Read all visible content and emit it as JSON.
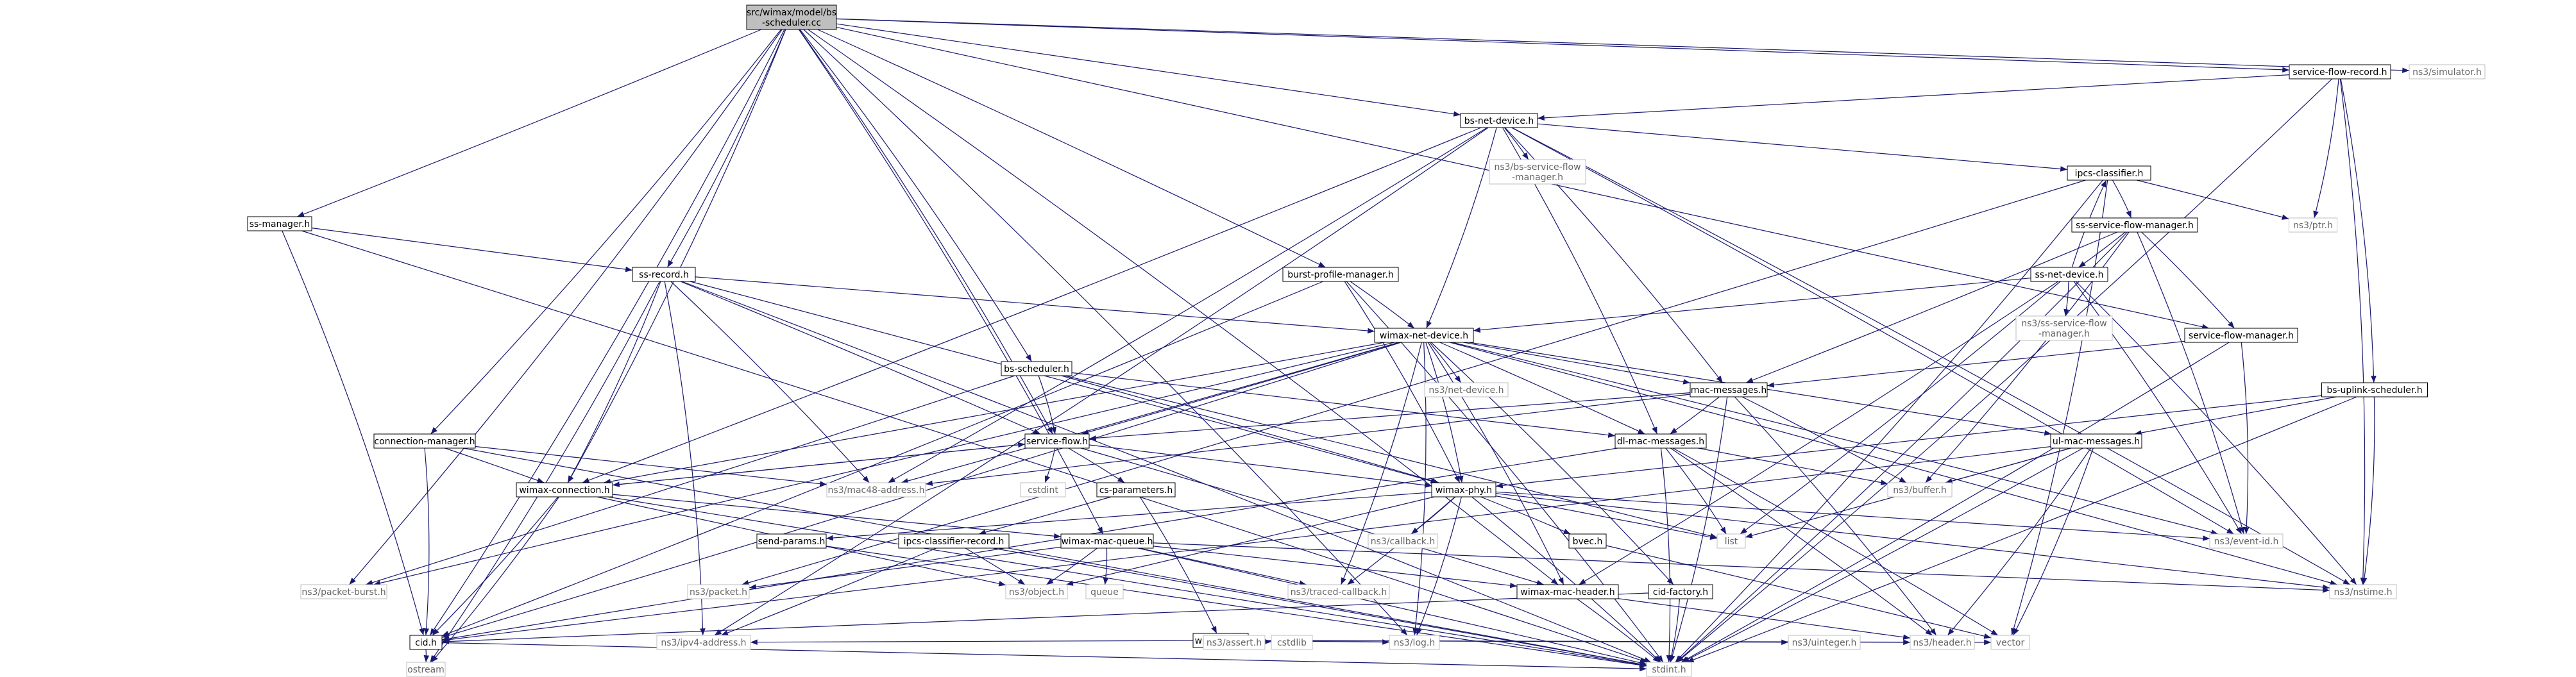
{
  "graph": {
    "colors": {
      "edge": "#191970",
      "root_fill": "#bfbfbf",
      "node_fill": "#ffffff",
      "node_border": "#000000",
      "external_border": "#bfbfbf",
      "external_text": "#666666"
    },
    "nodes": [
      {
        "id": "root",
        "lines": [
          "src/wimax/model/bs",
          "-scheduler.cc"
        ],
        "kind": "root"
      },
      {
        "id": "sfr",
        "lines": [
          "service-flow-record.h"
        ],
        "kind": "file"
      },
      {
        "id": "sim",
        "lines": [
          "ns3/simulator.h"
        ],
        "kind": "external"
      },
      {
        "id": "bsnd",
        "lines": [
          "bs-net-device.h"
        ],
        "kind": "file"
      },
      {
        "id": "bssfm",
        "lines": [
          "ns3/bs-service-flow",
          "-manager.h"
        ],
        "kind": "external"
      },
      {
        "id": "ipcs",
        "lines": [
          "ipcs-classifier.h"
        ],
        "kind": "file"
      },
      {
        "id": "ptr",
        "lines": [
          "ns3/ptr.h"
        ],
        "kind": "external"
      },
      {
        "id": "sssfm",
        "lines": [
          "ss-service-flow-manager.h"
        ],
        "kind": "file"
      },
      {
        "id": "ssnd",
        "lines": [
          "ss-net-device.h"
        ],
        "kind": "file"
      },
      {
        "id": "ssmgr",
        "lines": [
          "ss-manager.h"
        ],
        "kind": "file"
      },
      {
        "id": "ssrec",
        "lines": [
          "ss-record.h"
        ],
        "kind": "file"
      },
      {
        "id": "bpm",
        "lines": [
          "burst-profile-manager.h"
        ],
        "kind": "file"
      },
      {
        "id": "nsssfm",
        "lines": [
          "ns3/ss-service-flow",
          "-manager.h"
        ],
        "kind": "external"
      },
      {
        "id": "sfm",
        "lines": [
          "service-flow-manager.h"
        ],
        "kind": "file"
      },
      {
        "id": "wnd",
        "lines": [
          "wimax-net-device.h"
        ],
        "kind": "file"
      },
      {
        "id": "bssch",
        "lines": [
          "bs-scheduler.h"
        ],
        "kind": "file"
      },
      {
        "id": "netdev",
        "lines": [
          "ns3/net-device.h"
        ],
        "kind": "external"
      },
      {
        "id": "macmsg",
        "lines": [
          "mac-messages.h"
        ],
        "kind": "file"
      },
      {
        "id": "bsul",
        "lines": [
          "bs-uplink-scheduler.h"
        ],
        "kind": "file"
      },
      {
        "id": "connmgr",
        "lines": [
          "connection-manager.h"
        ],
        "kind": "file"
      },
      {
        "id": "sf",
        "lines": [
          "service-flow.h"
        ],
        "kind": "file"
      },
      {
        "id": "dlmac",
        "lines": [
          "dl-mac-messages.h"
        ],
        "kind": "file"
      },
      {
        "id": "ulmac",
        "lines": [
          "ul-mac-messages.h"
        ],
        "kind": "file"
      },
      {
        "id": "wconn",
        "lines": [
          "wimax-connection.h"
        ],
        "kind": "file"
      },
      {
        "id": "mac48",
        "lines": [
          "ns3/mac48-address.h"
        ],
        "kind": "external"
      },
      {
        "id": "cstdint",
        "lines": [
          "cstdint"
        ],
        "kind": "external"
      },
      {
        "id": "csparam",
        "lines": [
          "cs-parameters.h"
        ],
        "kind": "file"
      },
      {
        "id": "wphy",
        "lines": [
          "wimax-phy.h"
        ],
        "kind": "file"
      },
      {
        "id": "buffer",
        "lines": [
          "ns3/buffer.h"
        ],
        "kind": "external"
      },
      {
        "id": "sendparams",
        "lines": [
          "send-params.h"
        ],
        "kind": "file"
      },
      {
        "id": "ipcsrec",
        "lines": [
          "ipcs-classifier-record.h"
        ],
        "kind": "file"
      },
      {
        "id": "wmq",
        "lines": [
          "wimax-mac-queue.h"
        ],
        "kind": "file"
      },
      {
        "id": "callback",
        "lines": [
          "ns3/callback.h"
        ],
        "kind": "external"
      },
      {
        "id": "bvec",
        "lines": [
          "bvec.h"
        ],
        "kind": "file"
      },
      {
        "id": "list",
        "lines": [
          "list"
        ],
        "kind": "external"
      },
      {
        "id": "eventid",
        "lines": [
          "ns3/event-id.h"
        ],
        "kind": "external"
      },
      {
        "id": "pktburst",
        "lines": [
          "ns3/packet-burst.h"
        ],
        "kind": "external"
      },
      {
        "id": "packet",
        "lines": [
          "ns3/packet.h"
        ],
        "kind": "external"
      },
      {
        "id": "object",
        "lines": [
          "ns3/object.h"
        ],
        "kind": "external"
      },
      {
        "id": "queue",
        "lines": [
          "queue"
        ],
        "kind": "external"
      },
      {
        "id": "tracedcb",
        "lines": [
          "ns3/traced-callback.h"
        ],
        "kind": "external"
      },
      {
        "id": "wmh",
        "lines": [
          "wimax-mac-header.h"
        ],
        "kind": "file"
      },
      {
        "id": "cidfactory",
        "lines": [
          "cid-factory.h"
        ],
        "kind": "file"
      },
      {
        "id": "nstime",
        "lines": [
          "ns3/nstime.h"
        ],
        "kind": "external"
      },
      {
        "id": "wtlv",
        "lines": [
          "wimax-tlv.h"
        ],
        "kind": "file"
      },
      {
        "id": "cid",
        "lines": [
          "cid.h"
        ],
        "kind": "file"
      },
      {
        "id": "ipv4",
        "lines": [
          "ns3/ipv4-address.h"
        ],
        "kind": "external"
      },
      {
        "id": "assert",
        "lines": [
          "ns3/assert.h"
        ],
        "kind": "external"
      },
      {
        "id": "cstdlib",
        "lines": [
          "cstdlib"
        ],
        "kind": "external"
      },
      {
        "id": "log",
        "lines": [
          "ns3/log.h"
        ],
        "kind": "external"
      },
      {
        "id": "uinteger",
        "lines": [
          "ns3/uinteger.h"
        ],
        "kind": "external"
      },
      {
        "id": "header",
        "lines": [
          "ns3/header.h"
        ],
        "kind": "external"
      },
      {
        "id": "vector",
        "lines": [
          "vector"
        ],
        "kind": "external"
      },
      {
        "id": "ostream",
        "lines": [
          "ostream"
        ],
        "kind": "external"
      },
      {
        "id": "stdint",
        "lines": [
          "stdint.h"
        ],
        "kind": "external"
      }
    ],
    "edges": [
      [
        "root",
        "sfr"
      ],
      [
        "root",
        "sim"
      ],
      [
        "root",
        "bsnd"
      ],
      [
        "root",
        "ssmgr"
      ],
      [
        "root",
        "ssrec"
      ],
      [
        "root",
        "bpm"
      ],
      [
        "root",
        "connmgr"
      ],
      [
        "root",
        "bssch"
      ],
      [
        "root",
        "sf"
      ],
      [
        "root",
        "wconn"
      ],
      [
        "root",
        "wmq"
      ],
      [
        "root",
        "cid"
      ],
      [
        "root",
        "pktburst"
      ],
      [
        "root",
        "log"
      ],
      [
        "root",
        "sfm"
      ],
      [
        "root",
        "wmh"
      ],
      [
        "sfr",
        "bsnd"
      ],
      [
        "sfr",
        "ptr"
      ],
      [
        "sfr",
        "bsul"
      ],
      [
        "sfr",
        "nstime"
      ],
      [
        "sfr",
        "stdint"
      ],
      [
        "bsnd",
        "bssfm"
      ],
      [
        "bsnd",
        "ipcs"
      ],
      [
        "bsnd",
        "wnd"
      ],
      [
        "bsnd",
        "macmsg"
      ],
      [
        "bsnd",
        "dlmac"
      ],
      [
        "bsnd",
        "wconn"
      ],
      [
        "bsnd",
        "mac48"
      ],
      [
        "bsnd",
        "ipv4"
      ],
      [
        "bsnd",
        "eventid"
      ],
      [
        "bsnd",
        "nstime"
      ],
      [
        "ipcs",
        "ptr"
      ],
      [
        "ipcs",
        "sssfm"
      ],
      [
        "ipcs",
        "vector"
      ],
      [
        "ipcs",
        "packet"
      ],
      [
        "ipcs",
        "stdint"
      ],
      [
        "sssfm",
        "ssnd"
      ],
      [
        "sssfm",
        "sfm"
      ],
      [
        "sssfm",
        "macmsg"
      ],
      [
        "sssfm",
        "buffer"
      ],
      [
        "sssfm",
        "eventid"
      ],
      [
        "sssfm",
        "stdint"
      ],
      [
        "ssnd",
        "ipcs"
      ],
      [
        "ssnd",
        "wnd"
      ],
      [
        "ssnd",
        "nsssfm"
      ],
      [
        "ssnd",
        "wmh"
      ],
      [
        "ssnd",
        "list"
      ],
      [
        "ssnd",
        "eventid"
      ],
      [
        "ssnd",
        "nstime"
      ],
      [
        "ssmgr",
        "ssrec"
      ],
      [
        "ssmgr",
        "cid"
      ],
      [
        "ssmgr",
        "stdint"
      ],
      [
        "ssrec",
        "wnd"
      ],
      [
        "ssrec",
        "sf"
      ],
      [
        "ssrec",
        "wconn"
      ],
      [
        "ssrec",
        "wphy"
      ],
      [
        "ssrec",
        "mac48"
      ],
      [
        "ssrec",
        "ipv4"
      ],
      [
        "ssrec",
        "ostream"
      ],
      [
        "ssrec",
        "stdint"
      ],
      [
        "bpm",
        "wnd"
      ],
      [
        "bpm",
        "wphy"
      ],
      [
        "bpm",
        "cid"
      ],
      [
        "bpm",
        "stdint"
      ],
      [
        "sfm",
        "macmsg"
      ],
      [
        "sfm",
        "eventid"
      ],
      [
        "sfm",
        "stdint"
      ],
      [
        "wnd",
        "netdev"
      ],
      [
        "wnd",
        "macmsg"
      ],
      [
        "wnd",
        "dlmac"
      ],
      [
        "wnd",
        "ulmac"
      ],
      [
        "wnd",
        "wphy"
      ],
      [
        "wnd",
        "wconn"
      ],
      [
        "wnd",
        "mac48"
      ],
      [
        "wnd",
        "sf"
      ],
      [
        "wnd",
        "pktburst"
      ],
      [
        "wnd",
        "cid"
      ],
      [
        "wnd",
        "eventid"
      ],
      [
        "wnd",
        "tracedcb"
      ],
      [
        "wnd",
        "log"
      ],
      [
        "wnd",
        "cidfactory"
      ],
      [
        "wnd",
        "wmh"
      ],
      [
        "wnd",
        "nstime"
      ],
      [
        "bssch",
        "sf"
      ],
      [
        "bssch",
        "dlmac"
      ],
      [
        "bssch",
        "wphy"
      ],
      [
        "bssch",
        "pktburst"
      ],
      [
        "bssch",
        "list"
      ],
      [
        "macmsg",
        "sf"
      ],
      [
        "macmsg",
        "dlmac"
      ],
      [
        "macmsg",
        "mac48"
      ],
      [
        "macmsg",
        "buffer"
      ],
      [
        "macmsg",
        "header"
      ],
      [
        "macmsg",
        "stdint"
      ],
      [
        "bsul",
        "ulmac"
      ],
      [
        "bsul",
        "wphy"
      ],
      [
        "bsul",
        "nstime"
      ],
      [
        "bsul",
        "stdint"
      ],
      [
        "connmgr",
        "wconn"
      ],
      [
        "connmgr",
        "mac48"
      ],
      [
        "connmgr",
        "cid"
      ],
      [
        "connmgr",
        "stdint"
      ],
      [
        "sf",
        "cstdint"
      ],
      [
        "sf",
        "csparam"
      ],
      [
        "sf",
        "wconn"
      ],
      [
        "sf",
        "wphy"
      ],
      [
        "sf",
        "wmh"
      ],
      [
        "dlmac",
        "buffer"
      ],
      [
        "dlmac",
        "cid"
      ],
      [
        "dlmac",
        "list"
      ],
      [
        "dlmac",
        "header"
      ],
      [
        "dlmac",
        "vector"
      ],
      [
        "dlmac",
        "stdint"
      ],
      [
        "ulmac",
        "buffer"
      ],
      [
        "ulmac",
        "cid"
      ],
      [
        "ulmac",
        "list"
      ],
      [
        "ulmac",
        "header"
      ],
      [
        "ulmac",
        "vector"
      ],
      [
        "ulmac",
        "stdint"
      ],
      [
        "wconn",
        "sf"
      ],
      [
        "wconn",
        "wmq"
      ],
      [
        "wconn",
        "cid"
      ],
      [
        "wconn",
        "object"
      ],
      [
        "wconn",
        "ostream"
      ],
      [
        "wconn",
        "stdint"
      ],
      [
        "csparam",
        "ipcsrec"
      ],
      [
        "csparam",
        "wtlv"
      ],
      [
        "wphy",
        "sendparams"
      ],
      [
        "wphy",
        "callback"
      ],
      [
        "wphy",
        "bvec"
      ],
      [
        "wphy",
        "list"
      ],
      [
        "wphy",
        "eventid"
      ],
      [
        "wphy",
        "object"
      ],
      [
        "wphy",
        "tracedcb"
      ],
      [
        "wphy",
        "nstime"
      ],
      [
        "wphy",
        "log"
      ],
      [
        "wphy",
        "stdint"
      ],
      [
        "sendparams",
        "stdint"
      ],
      [
        "ipcsrec",
        "ipv4"
      ],
      [
        "ipcsrec",
        "object"
      ],
      [
        "ipcsrec",
        "stdint"
      ],
      [
        "wmq",
        "wmh"
      ],
      [
        "wmq",
        "packet"
      ],
      [
        "wmq",
        "object"
      ],
      [
        "wmq",
        "queue"
      ],
      [
        "wmq",
        "tracedcb"
      ],
      [
        "wmq",
        "nstime"
      ],
      [
        "wmq",
        "stdint"
      ],
      [
        "bvec",
        "vector"
      ],
      [
        "wmh",
        "header"
      ],
      [
        "wmh",
        "stdint"
      ],
      [
        "cidfactory",
        "cid"
      ],
      [
        "cidfactory",
        "stdint"
      ],
      [
        "wtlv",
        "ipv4"
      ],
      [
        "wtlv",
        "assert"
      ],
      [
        "wtlv",
        "cstdlib"
      ],
      [
        "wtlv",
        "log"
      ],
      [
        "wtlv",
        "uinteger"
      ],
      [
        "wtlv",
        "header"
      ],
      [
        "wtlv",
        "vector"
      ],
      [
        "cid",
        "ostream"
      ],
      [
        "cid",
        "stdint"
      ]
    ]
  }
}
